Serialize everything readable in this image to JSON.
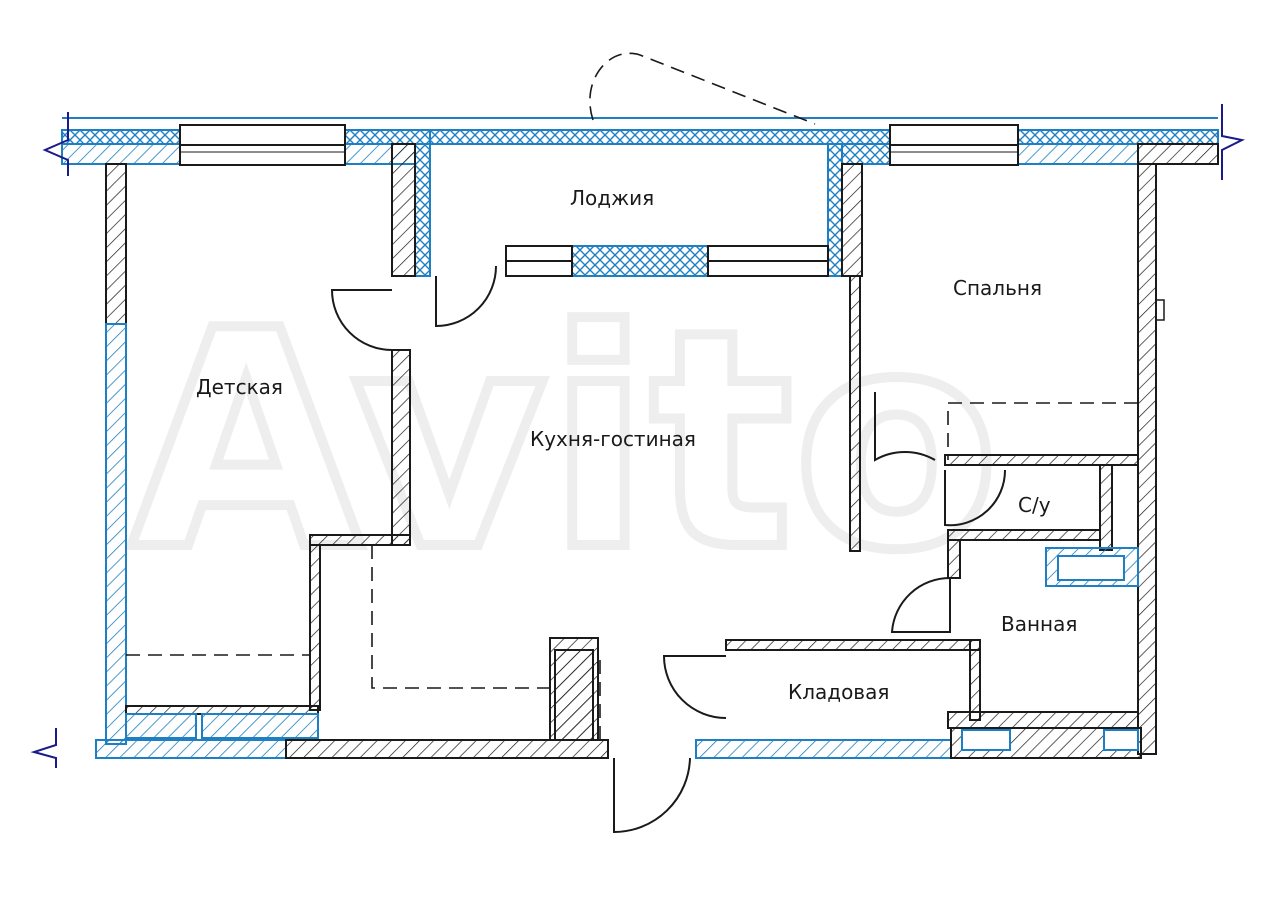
{
  "watermark": "Avito",
  "colors": {
    "wall": "#1a1a1a",
    "insulation": "#1e7fc2",
    "background": "#ffffff"
  },
  "rooms": [
    {
      "id": "loggia",
      "label": "Лоджия"
    },
    {
      "id": "bedroom",
      "label": "Спальня"
    },
    {
      "id": "kids",
      "label": "Детская"
    },
    {
      "id": "kitchen",
      "label": "Кухня-гостиная"
    },
    {
      "id": "wc",
      "label": "С/у"
    },
    {
      "id": "bath",
      "label": "Ванная"
    },
    {
      "id": "storage",
      "label": "Кладовая"
    }
  ]
}
